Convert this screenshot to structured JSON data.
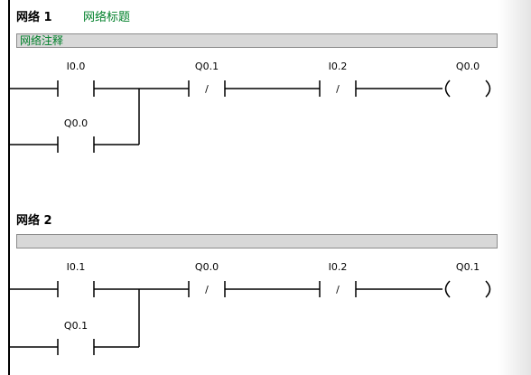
{
  "networks": [
    {
      "title": "网络 1",
      "heading": "网络标题",
      "comment": "网络注释",
      "contacts": {
        "main": "I0.0",
        "branch": "Q0.0",
        "nc1": "Q0.1",
        "nc2": "I0.2",
        "coil": "Q0.0"
      }
    },
    {
      "title": "网络 2",
      "heading": "",
      "comment": "",
      "contacts": {
        "main": "I0.1",
        "branch": "Q0.1",
        "nc1": "Q0.0",
        "nc2": "I0.2",
        "coil": "Q0.1"
      }
    }
  ],
  "symbols": {
    "nc_slash": "/"
  },
  "colors": {
    "heading": "#00802a",
    "comment_box": "#d8d8d8",
    "line": "#000000"
  }
}
